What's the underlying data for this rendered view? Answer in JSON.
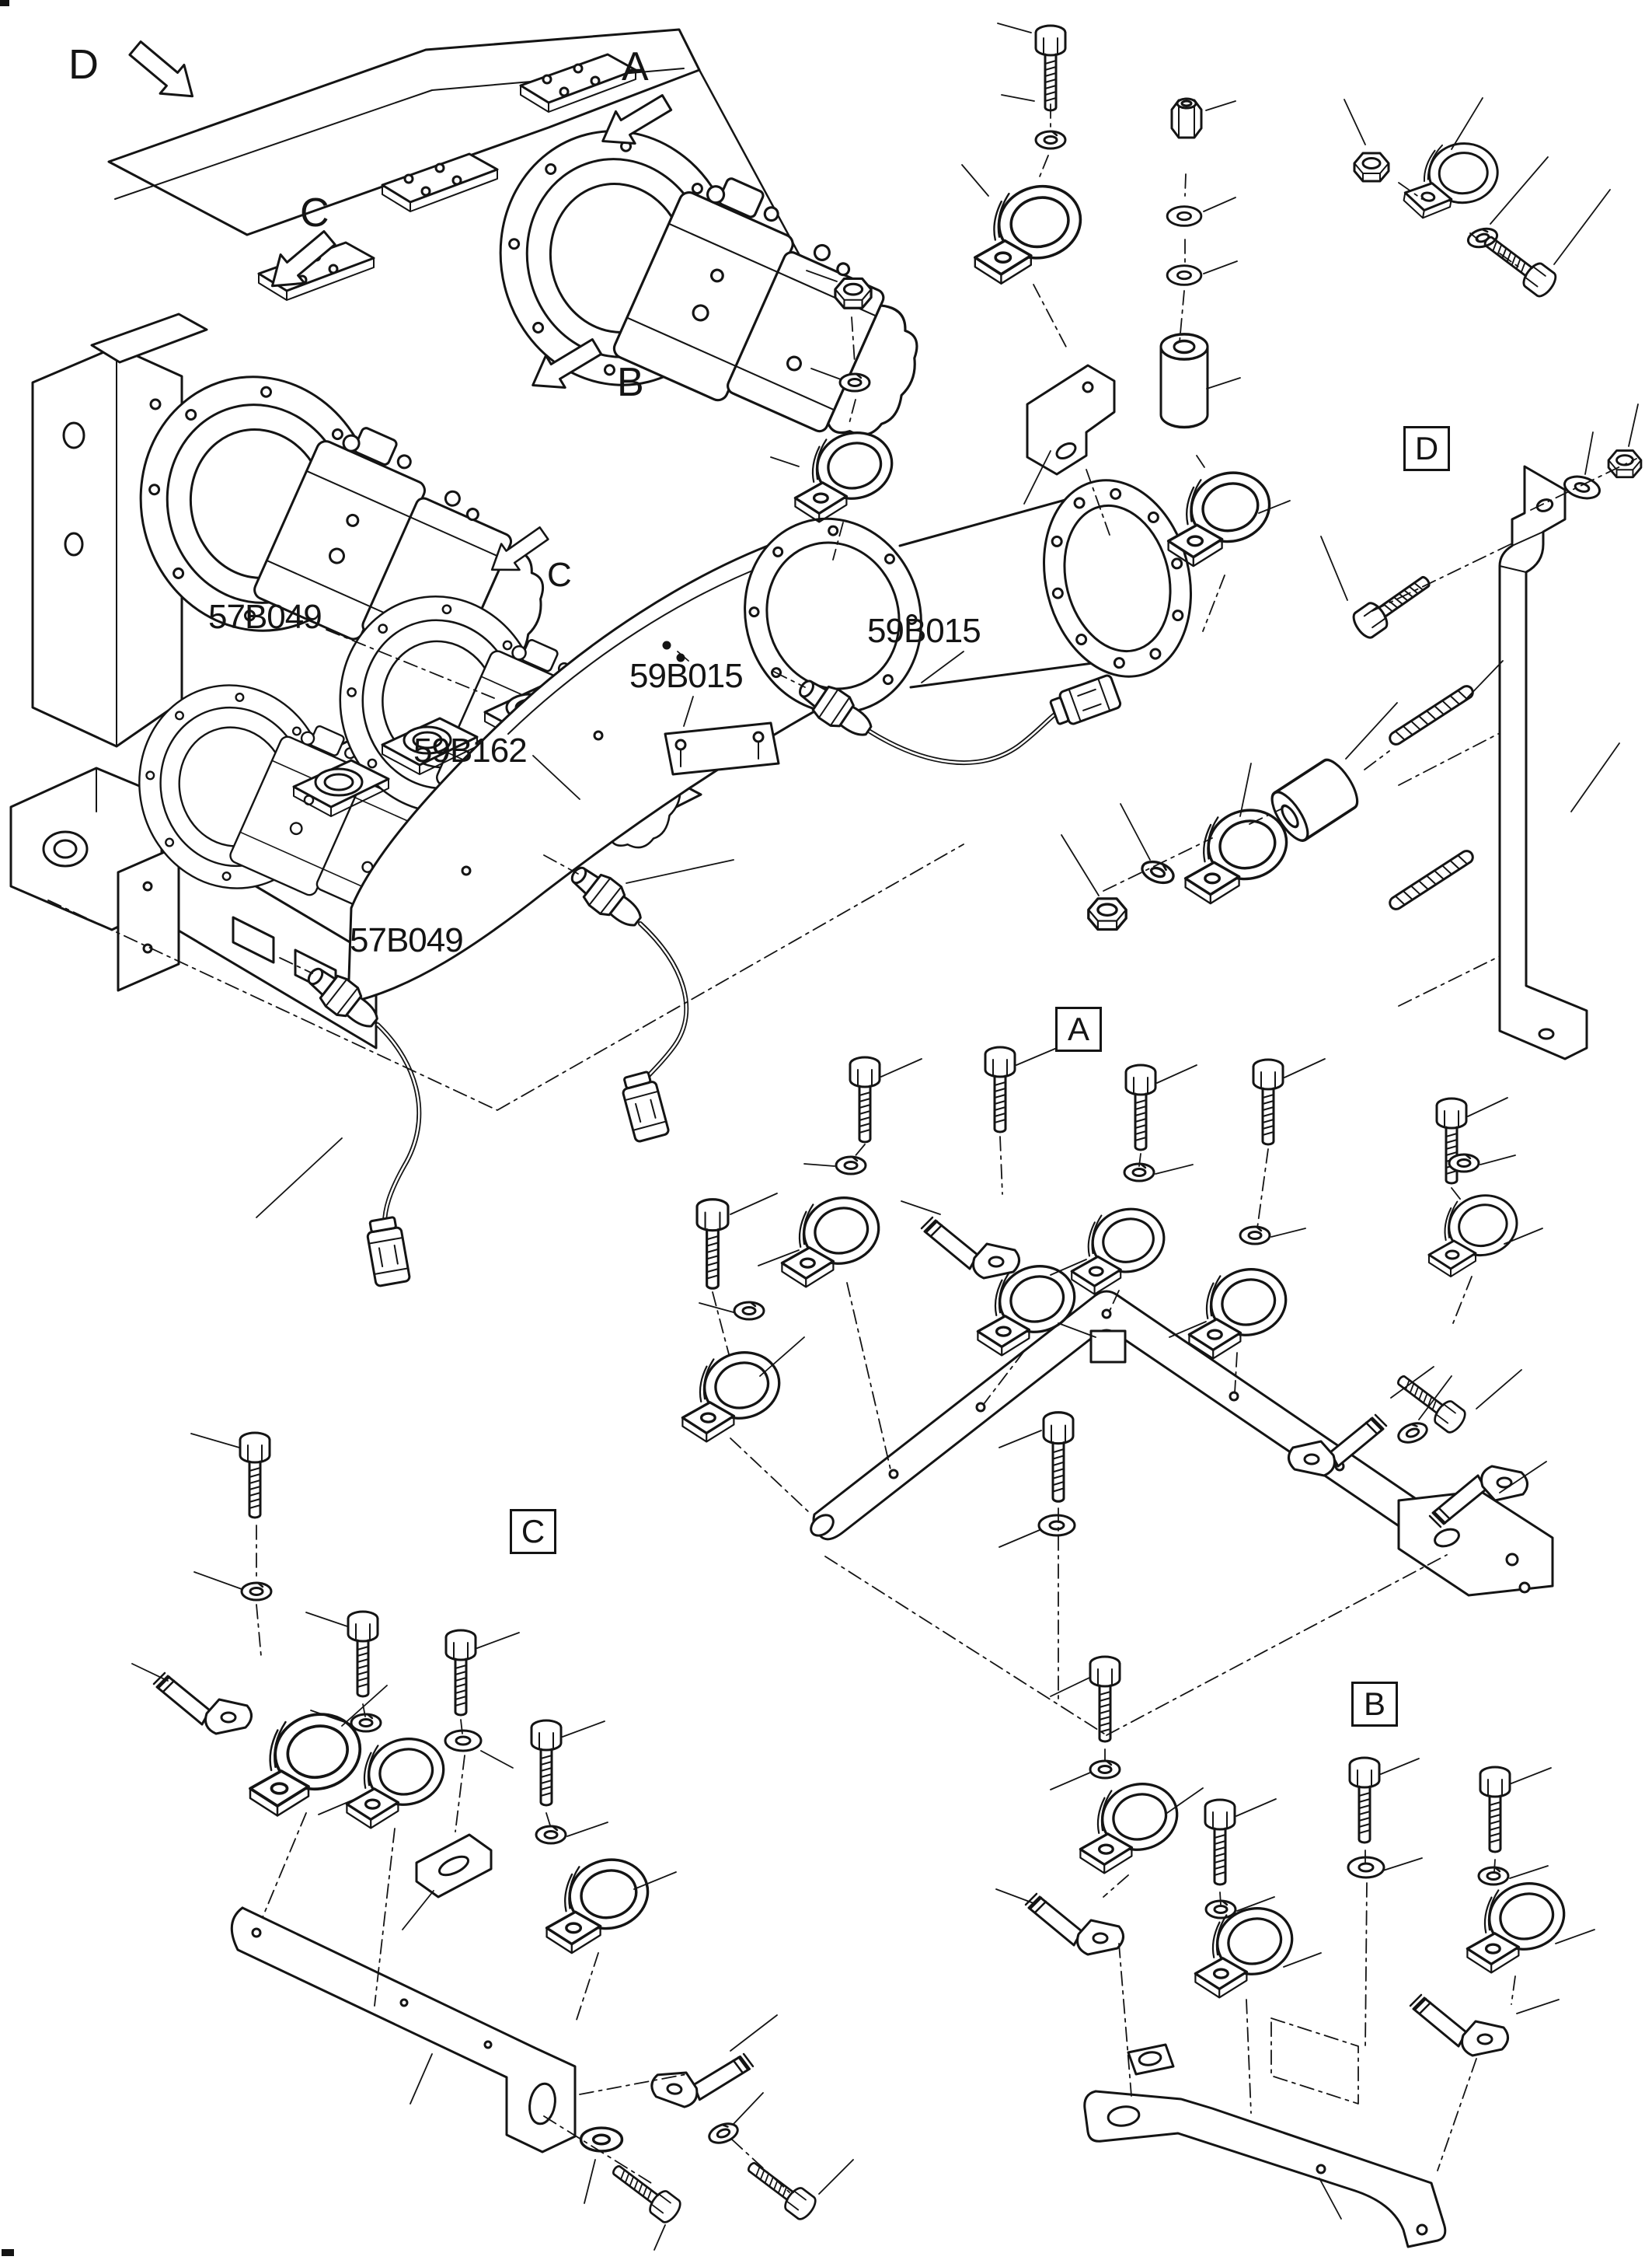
{
  "figure": {
    "kind": "exploded-parts-diagram",
    "subject": "Hydraulic pump and gearbox assembly with pressure-sensor harnesses, clamps and mounting brackets",
    "background_color": "#ffffff",
    "line_color": "#141414"
  },
  "view_arrow_labels": [
    {
      "letter": "D",
      "arrow_icon": "outline-arrow-down-right"
    },
    {
      "letter": "A",
      "arrow_icon": "outline-arrow-down-left"
    },
    {
      "letter": "C",
      "arrow_icon": "outline-arrow-down-left"
    },
    {
      "letter": "B",
      "arrow_icon": "outline-arrow-down-left"
    },
    {
      "letter": "C",
      "arrow_icon": "outline-arrow-down-left"
    }
  ],
  "part_number_callouts": [
    {
      "part_number": "57B049",
      "points_to": "sensor-harness-upper"
    },
    {
      "part_number": "59B015",
      "points_to": "sensor-harness-right"
    },
    {
      "part_number": "59B015",
      "points_to": "sensor-ports-on-tube"
    },
    {
      "part_number": "59B162",
      "points_to": "mounting-screws"
    },
    {
      "part_number": "57B049",
      "points_to": "sensor-harness-lower"
    }
  ],
  "detail_section_boxes": [
    {
      "letter": "D"
    },
    {
      "letter": "A"
    },
    {
      "letter": "C"
    },
    {
      "letter": "B"
    }
  ]
}
